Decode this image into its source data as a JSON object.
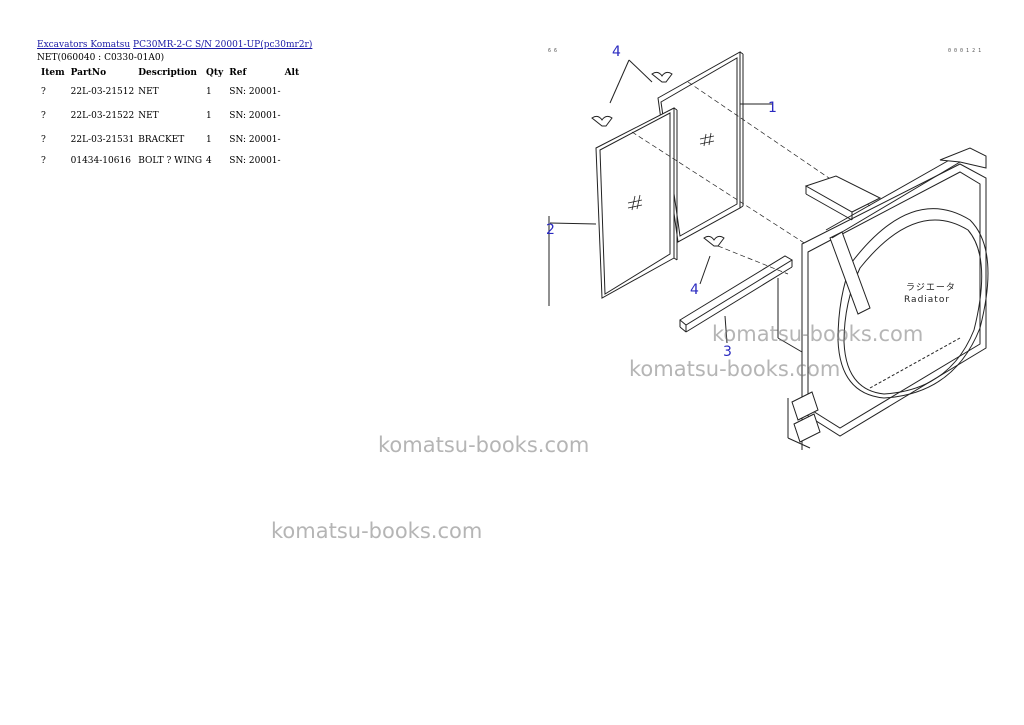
{
  "breadcrumb": {
    "link1": "Excavators Komatsu",
    "link2": "PC30MR-2-C S/N 20001-UP(pc30mr2r)"
  },
  "subtitle": "NET(060040 : C0330-01A0)",
  "table": {
    "headers": [
      "Item",
      "PartNo",
      "Description",
      "Qty",
      "Ref",
      "Alt"
    ],
    "rows": [
      {
        "item": "?",
        "partno": "22L-03-21512",
        "description": "NET",
        "qty": "1",
        "ref": "SN: 20001-",
        "alt": ""
      },
      {
        "item": "?",
        "partno": "22L-03-21522",
        "description": "NET",
        "qty": "1",
        "ref": "SN: 20001-",
        "alt": ""
      },
      {
        "item": "?",
        "partno": "22L-03-21531",
        "description": "BRACKET",
        "qty": "1",
        "ref": "SN: 20001-",
        "alt": ""
      },
      {
        "item": "?",
        "partno": "01434-10616",
        "description": "BOLT ? WING",
        "qty": "4",
        "ref": "SN: 20001-",
        "alt": ""
      }
    ]
  },
  "diagram": {
    "callouts": [
      "1",
      "2",
      "3",
      "4",
      "4"
    ],
    "label_jp": "ラジエータ",
    "label_en": "Radiator",
    "corner_left": "6 6",
    "corner_right": "0 0 0 1 2 1"
  },
  "watermarks": [
    "komatsu-books.com",
    "komatsu-books.com",
    "komatsu-books.com",
    "komatsu-books.com"
  ]
}
